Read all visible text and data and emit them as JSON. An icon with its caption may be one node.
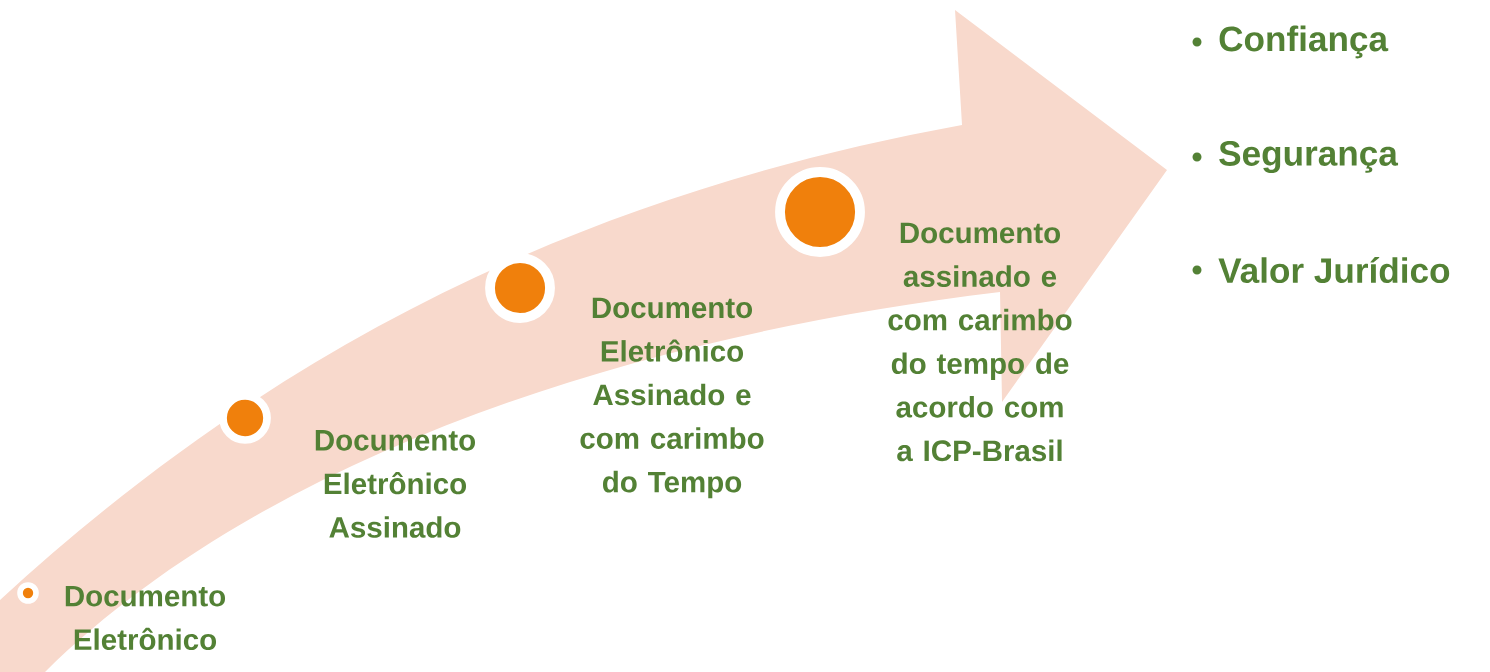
{
  "diagram": {
    "nodes": [
      {
        "text": [],
        "shape": "circle",
        "beside": [
          "Documento Eletrônico"
        ]
      },
      {
        "text": [],
        "shape": "circle",
        "beside": [
          "Documento Eletrônico Assinado"
        ]
      },
      {
        "text": [],
        "shape": "circle",
        "beside": [
          "Documento Eletrônico Assinado e com carimbo do Tempo"
        ]
      },
      {
        "text": [],
        "shape": "circle",
        "beside": [
          "Documento assinado e com carimbo do tempo de acordo com a ICP-Brasil"
        ]
      }
    ],
    "labels": [
      "Confiança",
      "Segurança",
      "Valor Jurídico"
    ]
  }
}
